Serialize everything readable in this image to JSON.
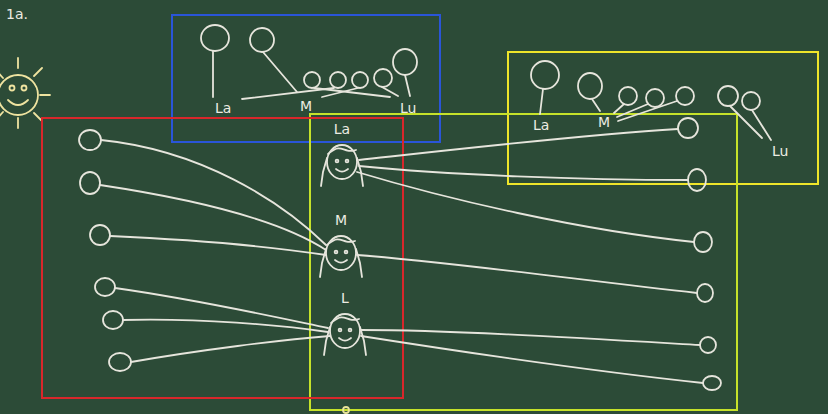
{
  "diagram": {
    "nodes": [
      {
        "text": [
          "La"
        ]
      },
      {
        "text": [
          "M"
        ]
      },
      {
        "text": [
          "L"
        ]
      }
    ],
    "labels": [
      "1a.",
      "La",
      "M",
      "Lu",
      "La",
      "M",
      "Lu"
    ]
  }
}
